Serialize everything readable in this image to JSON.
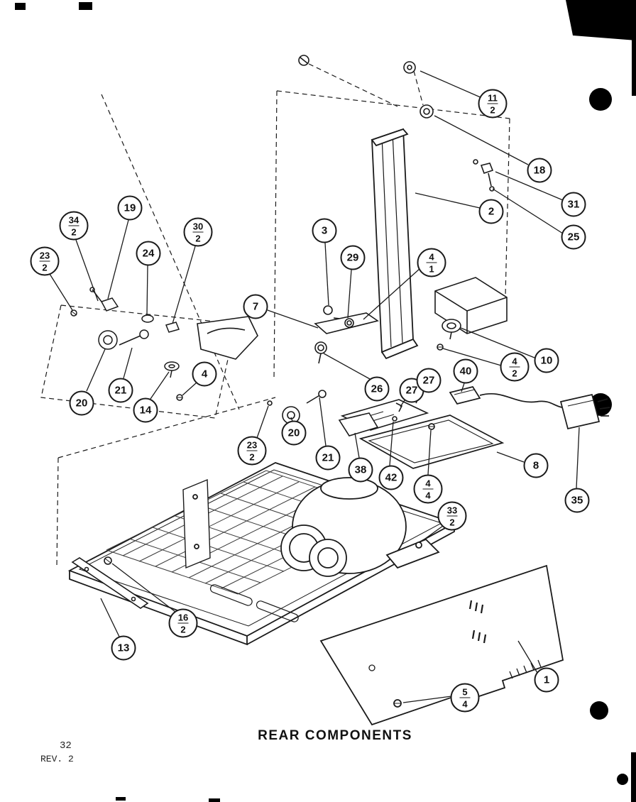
{
  "page": {
    "title": "REAR COMPONENTS",
    "page_number": "32",
    "revision": "REV. 2"
  },
  "colors": {
    "ink": "#1a1a1a",
    "paper": "#ffffff"
  },
  "callouts": [
    {
      "num": "11",
      "den": "2"
    },
    {
      "num": "18"
    },
    {
      "num": "31"
    },
    {
      "num": "2"
    },
    {
      "num": "25"
    },
    {
      "num": "19"
    },
    {
      "num": "34",
      "den": "2"
    },
    {
      "num": "30",
      "den": "2"
    },
    {
      "num": "24"
    },
    {
      "num": "23",
      "den": "2"
    },
    {
      "num": "3"
    },
    {
      "num": "29"
    },
    {
      "num": "4",
      "den": "1"
    },
    {
      "num": "7"
    },
    {
      "num": "10"
    },
    {
      "num": "4",
      "den": "2"
    },
    {
      "num": "20"
    },
    {
      "num": "21"
    },
    {
      "num": "14"
    },
    {
      "num": "4"
    },
    {
      "num": "26"
    },
    {
      "num": "27"
    },
    {
      "num": "27"
    },
    {
      "num": "40"
    },
    {
      "num": "20"
    },
    {
      "num": "23",
      "den": "2"
    },
    {
      "num": "21"
    },
    {
      "num": "38"
    },
    {
      "num": "42"
    },
    {
      "num": "4",
      "den": "4"
    },
    {
      "num": "8"
    },
    {
      "num": "35"
    },
    {
      "num": "33",
      "den": "2"
    },
    {
      "num": "16",
      "den": "2"
    },
    {
      "num": "13"
    },
    {
      "num": "5",
      "den": "4"
    },
    {
      "num": "1"
    }
  ]
}
